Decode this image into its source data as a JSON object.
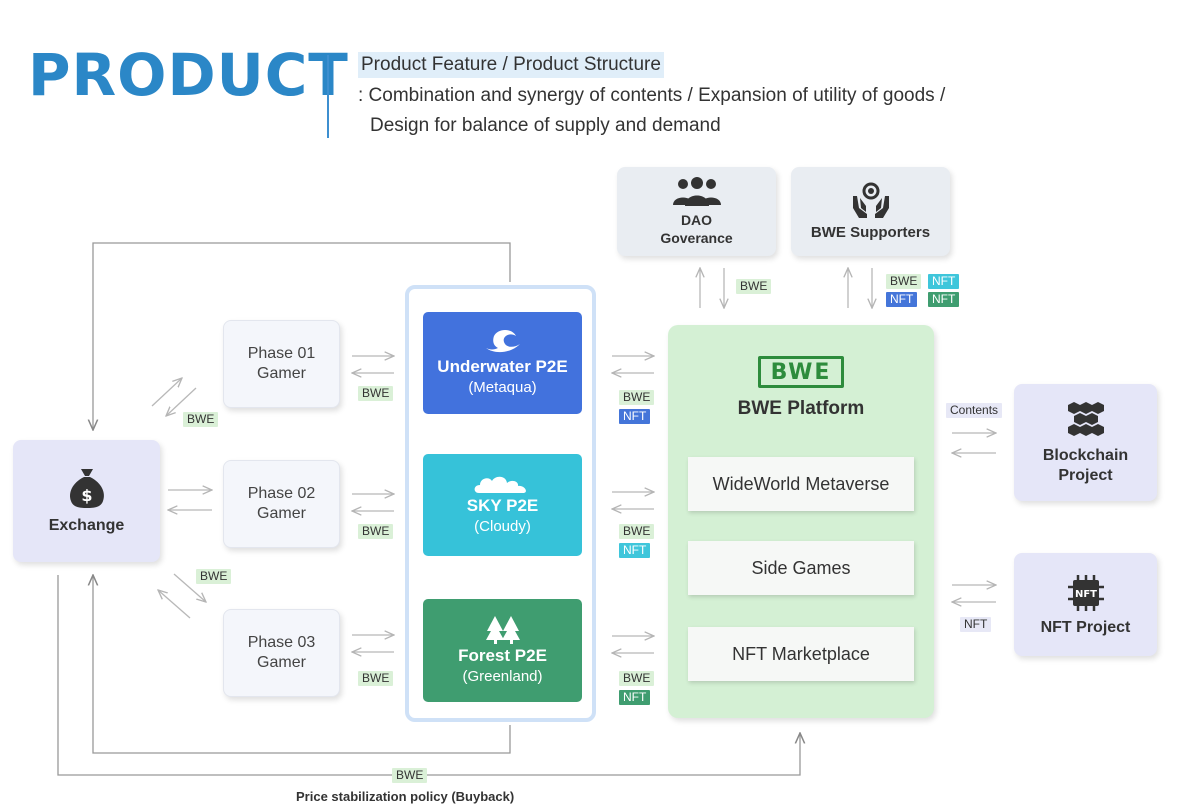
{
  "header": {
    "title": "PRODUCT",
    "subtitle": "Product Feature / Product Structure",
    "desc_line1": ": Combination and synergy of contents / Expansion of utility of goods /",
    "desc_line2": "Design for balance of supply and demand"
  },
  "exchange": {
    "label": "Exchange",
    "icon": "money-bag-icon"
  },
  "phases": [
    {
      "line1": "Phase 01",
      "line2": "Gamer"
    },
    {
      "line1": "Phase 02",
      "line2": "Gamer"
    },
    {
      "line1": "Phase 03",
      "line2": "Gamer"
    }
  ],
  "games": [
    {
      "name": "Underwater P2E",
      "sub": "(Metaqua)",
      "color": "#4272dd",
      "icon": "wave-icon"
    },
    {
      "name": "SKY P2E",
      "sub": "(Cloudy)",
      "color": "#36c2d9",
      "icon": "cloud-icon"
    },
    {
      "name": "Forest P2E",
      "sub": "(Greenland)",
      "color": "#3f9d70",
      "icon": "tree-icon"
    }
  ],
  "platform": {
    "logo": "BWE",
    "title": "BWE Platform",
    "items": [
      "WideWorld Metaverse",
      "Side Games",
      "NFT Marketplace"
    ],
    "color": "#d4f0d4"
  },
  "dao": {
    "line1": "DAO",
    "line2": "Goverance",
    "icon": "people-group-icon"
  },
  "supporters": {
    "label": "BWE Supporters",
    "icon": "hands-heart-icon"
  },
  "blockchain": {
    "line1": "Blockchain",
    "line2": "Project",
    "icon": "cubes-icon"
  },
  "nft_project": {
    "label": "NFT Project",
    "icon": "nft-chip-icon"
  },
  "labels": {
    "bwe": "BWE",
    "nft": "NFT",
    "contents": "Contents",
    "buyback": "Price stabilization policy (Buyback)"
  }
}
